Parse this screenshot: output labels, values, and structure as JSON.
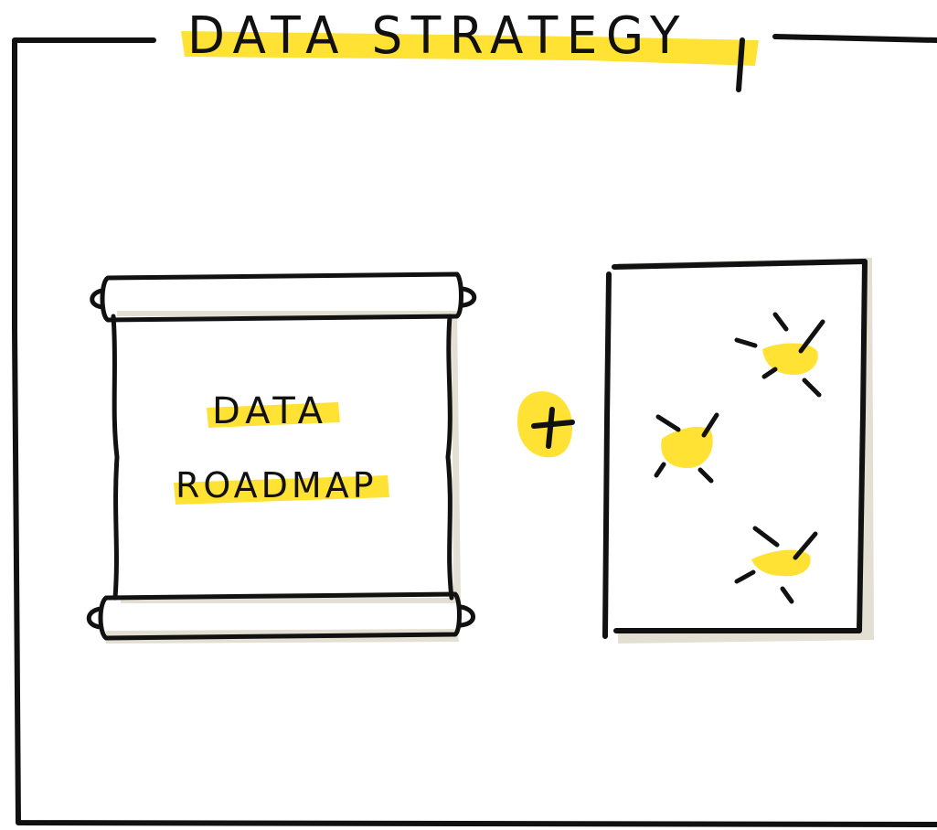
{
  "title": "DATA STRATEGY",
  "scroll": {
    "line1": "DATA",
    "line2": "ROADMAP"
  },
  "operator": "+",
  "colors": {
    "highlight": "#ffe234",
    "ink": "#111111",
    "shadow": "#e3e0d3",
    "background": "#ffffff"
  },
  "icons": [
    "scroll-icon",
    "plus-icon",
    "idea-board-icon",
    "lightbulb-icon"
  ]
}
